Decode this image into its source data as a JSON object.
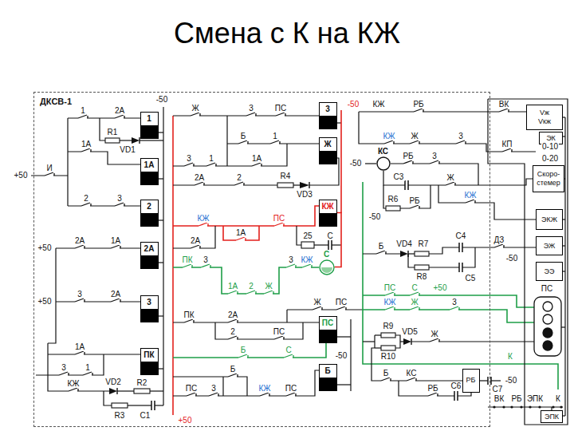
{
  "diagram": {
    "title": "Смена с К на КЖ",
    "nodes": [
      {
        "text": [
          "ДКСВ-1"
        ]
      },
      {
        "text": [
          "1"
        ],
        "in": 0
      },
      {
        "text": [
          "1А"
        ],
        "in": 0
      },
      {
        "text": [
          "2"
        ],
        "in": 0
      },
      {
        "text": [
          "2А"
        ],
        "in": 0
      },
      {
        "text": [
          "3"
        ],
        "in": 0
      },
      {
        "text": [
          "ПК"
        ],
        "in": 0
      },
      {
        "text": [
          "3"
        ],
        "in": 0
      },
      {
        "text": [
          "Ж"
        ],
        "in": 0
      },
      {
        "text": [
          "КЖ"
        ],
        "in": 0
      },
      {
        "text": [
          "С"
        ],
        "in": 0
      },
      {
        "text": [
          "ПС"
        ],
        "in": 0
      },
      {
        "text": [
          "Б"
        ],
        "in": 0
      },
      {
        "text": [
          "КС"
        ],
        "in": 0
      },
      {
        "text": [
          "РБ"
        ],
        "in": 0
      },
      {
        "text": [
          "Vж",
          "Vкж"
        ]
      },
      {
        "text": [
          "ЭК"
        ]
      },
      {
        "text": [
          "Скоро-стемер"
        ]
      },
      {
        "text": [
          "ЭКЖ"
        ]
      },
      {
        "text": [
          "ЭЖ"
        ]
      },
      {
        "text": [
          "ЭЭ"
        ]
      },
      {
        "text": [
          "ЭПК"
        ]
      }
    ],
    "edges": [
      {
        "from": 9,
        "to": 10,
        "arrow": "none"
      }
    ],
    "labels": [
      "+50",
      "И",
      "1",
      "2А",
      "1А",
      "R1",
      "VD1",
      "-50",
      "2",
      "3",
      "+50",
      "2А",
      "1А",
      "+50",
      "3",
      "2А",
      "1А",
      "3",
      "1",
      "КЖ",
      "VD2",
      "R2",
      "R3",
      "C1",
      "+50",
      "Ж",
      "3",
      "ПС",
      "-50",
      "КЖ",
      "РБ",
      "ВК",
      "Б",
      "1",
      "3",
      "1",
      "1А",
      "2А",
      "2",
      "R4",
      "VD3",
      "КЖ",
      "ПС",
      "1А",
      "2А",
      "25",
      "С",
      "ПК",
      "3",
      "1А",
      "2",
      "Ж",
      "3",
      "КЖ",
      "Ж",
      "ПС",
      "ПК",
      "2А",
      "2",
      "ПС",
      "-50",
      "Б",
      "С",
      "Б",
      "ПС",
      "3",
      "КЖ",
      "ПС",
      "-50",
      "КЖ",
      "Ж",
      "3",
      "КП",
      "0-10",
      "0-20",
      "РБ",
      "3",
      "C3",
      "Ж",
      "КЖ",
      "R6",
      "РБ",
      "-50",
      "Б",
      "VD4",
      "R7",
      "C4",
      "ДЗ",
      "-50",
      "R8",
      "C5",
      "ПС",
      "С",
      "+50",
      "КЖ",
      "Ж",
      "3",
      "ПС",
      "R9",
      "R10",
      "VD5",
      "Ж",
      "К",
      "Б",
      "КС",
      "C7",
      "-50",
      "РБ",
      "C6",
      "ВК",
      "РБ",
      "ЭПК",
      "К"
    ]
  }
}
